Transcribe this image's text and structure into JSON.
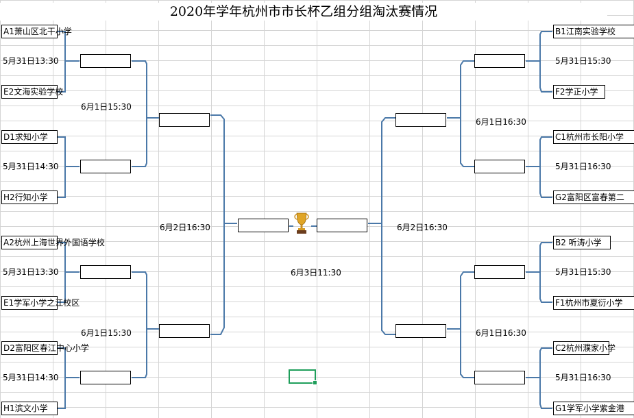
{
  "title": "2020年学年杭州市市长杯乙组分组淘汰赛情况",
  "colors": {
    "bracket_line": "#4a78a8",
    "selection": "#1e9e5a",
    "grid": "#d4d4d4"
  },
  "left": {
    "teams": [
      "A1萧山区北干小学",
      "E2文海实验学校",
      "D1求知小学",
      "H2行知小学",
      "A2杭州上海世界外国语学校",
      "E1学军小学之江校区",
      "D2富阳区春江中心小学",
      "H1滨文小学"
    ],
    "r1_times": [
      "5月31日13:30",
      "5月31日14:30",
      "5月31日13:30",
      "5月31日14:30"
    ],
    "r2_times": [
      "6月1日15:30",
      "6月1日15:30"
    ],
    "semi_time": "6月2日16:30"
  },
  "right": {
    "teams": [
      "B1江南实验学校",
      "F2学正小学",
      "C1杭州市长阳小学",
      "G2富阳区富春第二",
      "B2 听涛小学",
      "F1杭州市夏衍小学",
      "C2杭州濮家小学",
      "G1学军小学紫金港"
    ],
    "r1_times": [
      "5月31日15:30",
      "5月31日16:30",
      "5月31日15:30",
      "5月31日16:30"
    ],
    "r2_times": [
      "6月1日16:30",
      "6月1日16:30"
    ],
    "semi_time": "6月2日16:30"
  },
  "final": {
    "time": "6月3日11:30",
    "icon": "trophy-icon"
  }
}
